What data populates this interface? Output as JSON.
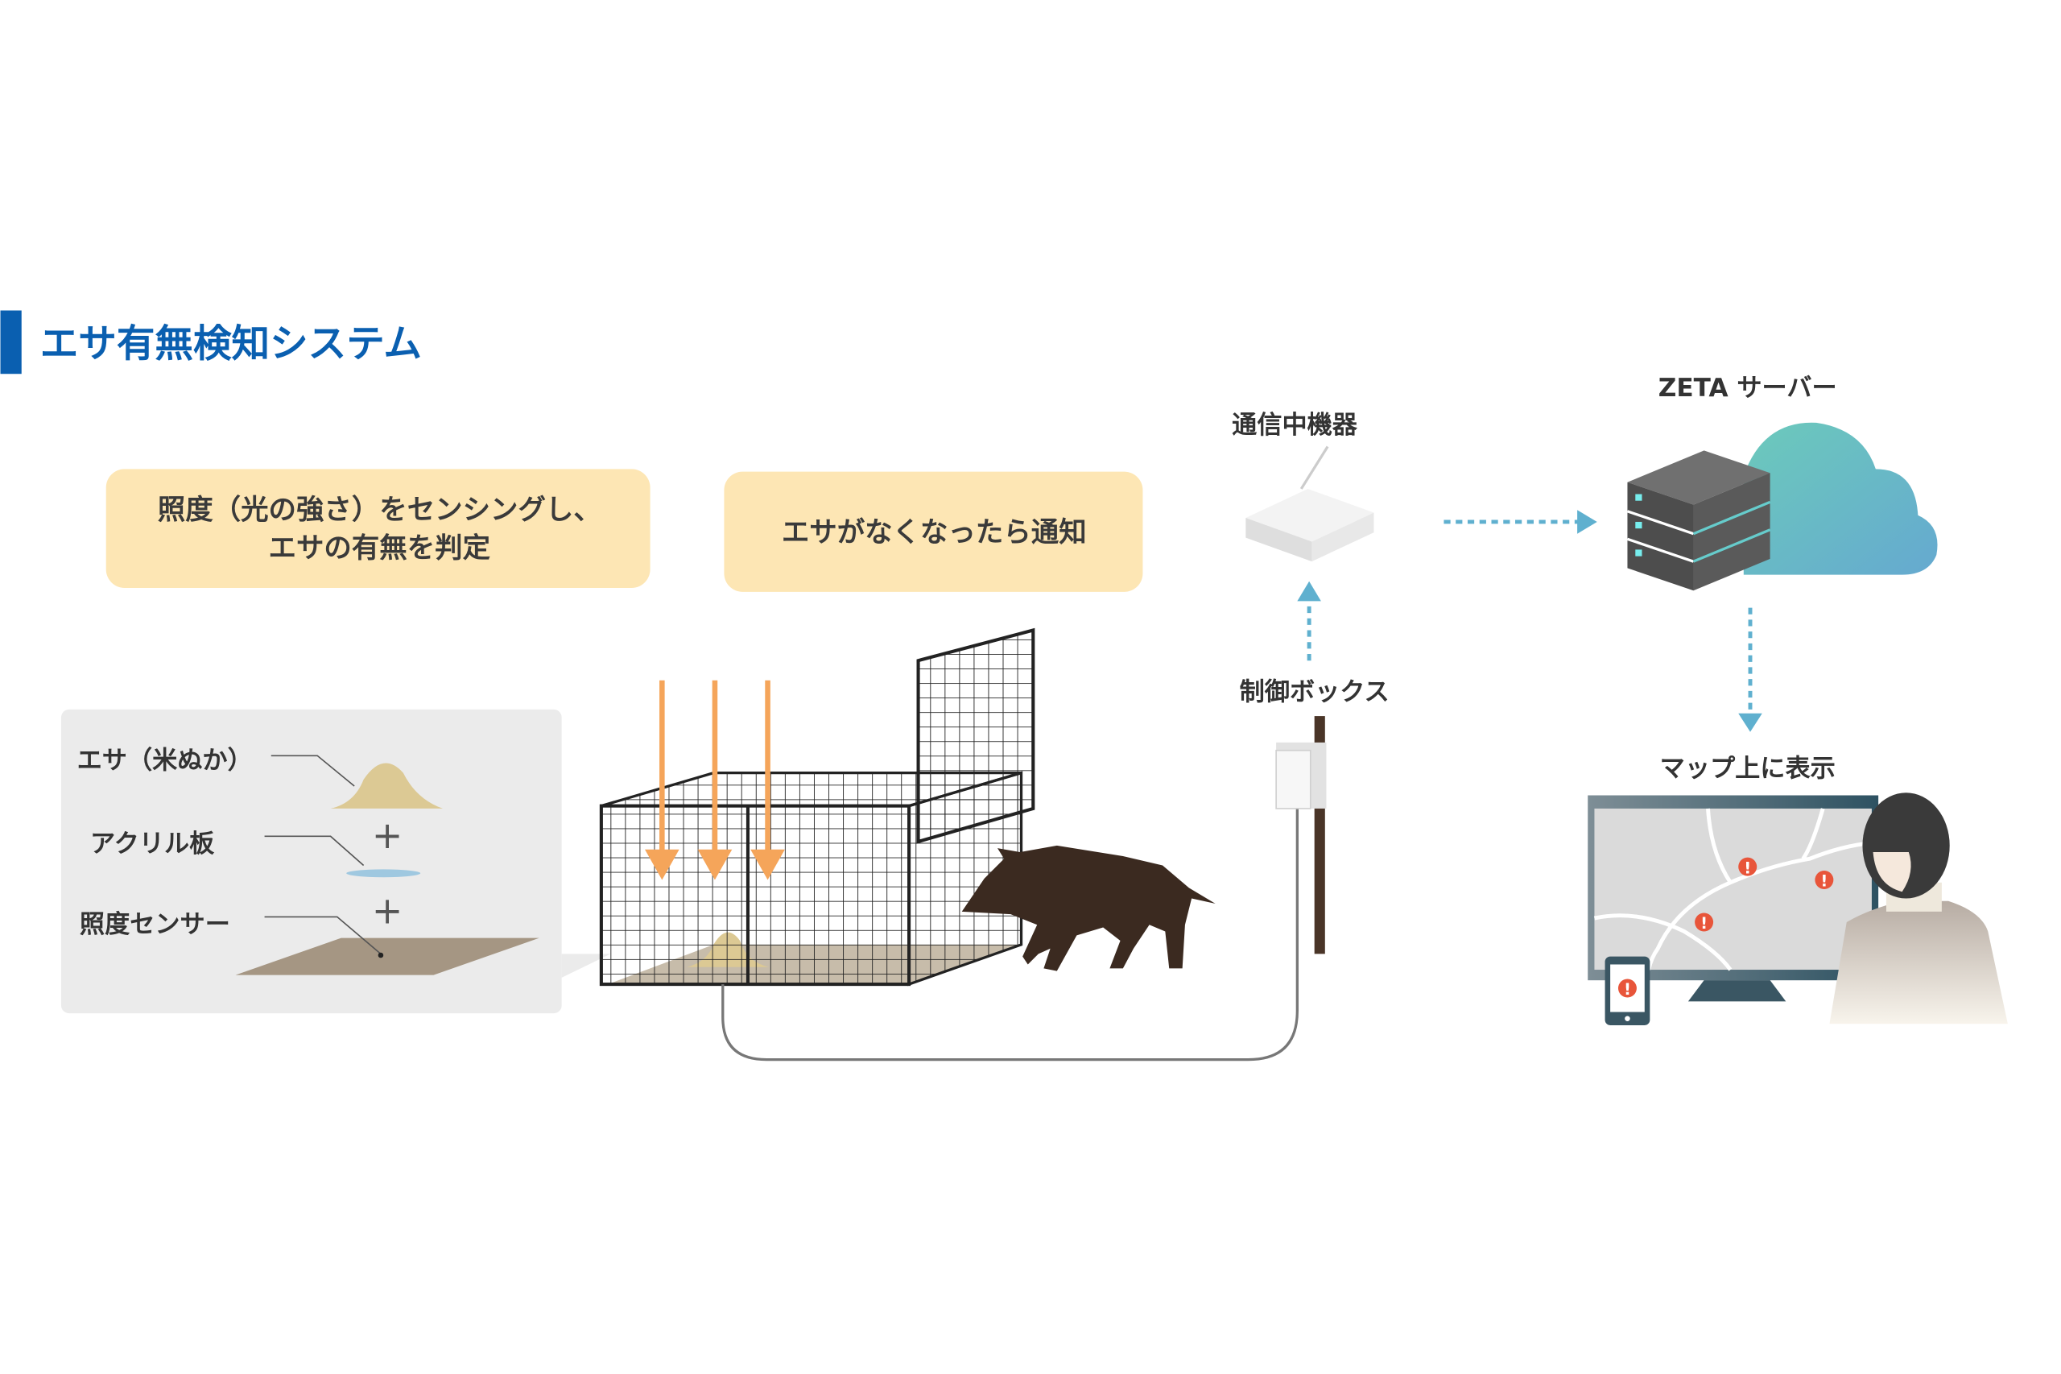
{
  "title": "エサ有無検知システム",
  "callouts": {
    "sensing_line1": "照度（光の強さ）をセンシングし、",
    "sensing_line2": "エサの有無を判定",
    "notify": "エサがなくなったら通知"
  },
  "detail_panel": {
    "bait": "エサ（米ぬか）",
    "acrylic": "アクリル板",
    "sensor": "照度センサー",
    "plus": "+"
  },
  "labels": {
    "relay": "通信中機器",
    "control_box": "制御ボックス",
    "server": "ZETA サーバー",
    "map": "マップ上に表示"
  },
  "alert_mark": "!",
  "colors": {
    "title": "#0a5fb0",
    "callout_bg": "#fde6b4",
    "arrow_orange": "#f5a55a",
    "flow_blue": "#5fb0cf",
    "alert": "#e8553a"
  }
}
